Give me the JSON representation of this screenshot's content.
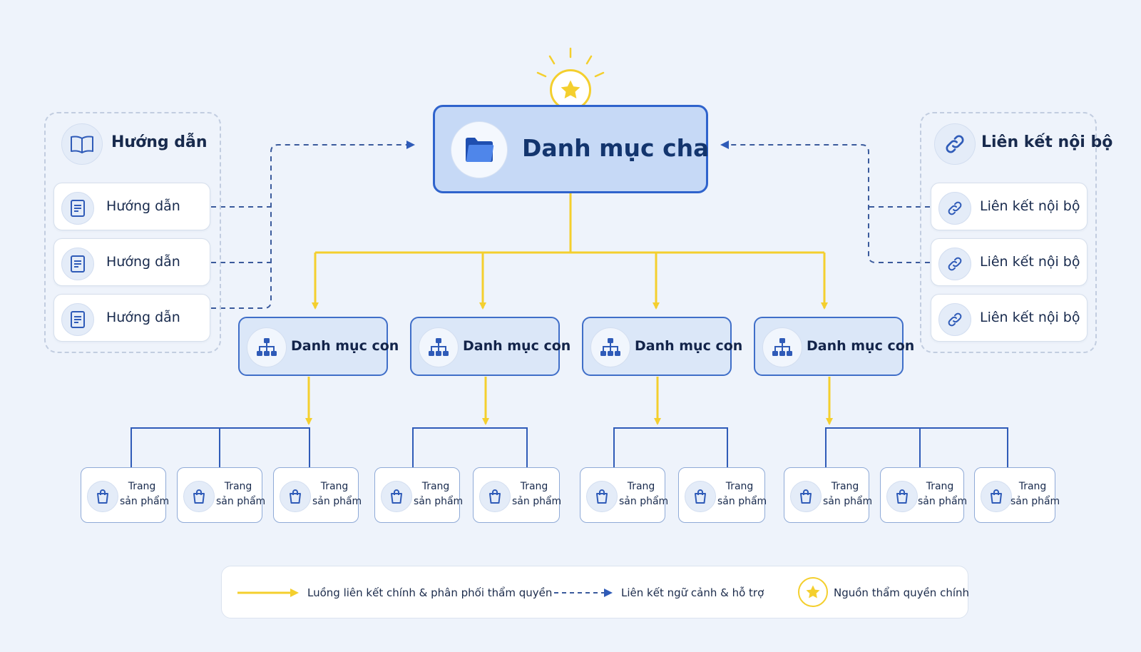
{
  "colors": {
    "primary_flow": "#f4cf2e",
    "support_flow": "#3a5a9c",
    "accent_blue": "#2f63cc",
    "star": "#f4cf2e"
  },
  "root": {
    "title": "Danh mục cha",
    "icon": "folder-icon",
    "badge_icon": "star-icon"
  },
  "left_panel": {
    "title": "Hướng dẫn",
    "icon": "open-book-icon",
    "items": [
      {
        "label": "Hướng dẫn",
        "icon": "document-icon"
      },
      {
        "label": "Hướng dẫn",
        "icon": "document-icon"
      },
      {
        "label": "Hướng dẫn",
        "icon": "document-icon"
      }
    ]
  },
  "right_panel": {
    "title": "Liên kết nội bộ",
    "icon": "link-icon",
    "items": [
      {
        "label": "Liên kết nội bộ",
        "icon": "link-icon"
      },
      {
        "label": "Liên kết nội bộ",
        "icon": "link-icon"
      },
      {
        "label": "Liên kết nội bộ",
        "icon": "link-icon"
      }
    ]
  },
  "children": [
    {
      "label": "Danh mục con",
      "icon": "hierarchy-icon",
      "products": [
        {
          "line1": "Trang",
          "line2": "sản phẩm"
        },
        {
          "line1": "Trang",
          "line2": "sản phẩm"
        },
        {
          "line1": "Trang",
          "line2": "sản phẩm"
        }
      ]
    },
    {
      "label": "Danh mục con",
      "icon": "hierarchy-icon",
      "products": [
        {
          "line1": "Trang",
          "line2": "sản phẩm"
        },
        {
          "line1": "Trang",
          "line2": "sản phẩm"
        }
      ]
    },
    {
      "label": "Danh mục con",
      "icon": "hierarchy-icon",
      "products": [
        {
          "line1": "Trang",
          "line2": "sản phẩm"
        },
        {
          "line1": "Trang",
          "line2": "sản phẩm"
        }
      ]
    },
    {
      "label": "Danh mục con",
      "icon": "hierarchy-icon",
      "products": [
        {
          "line1": "Trang",
          "line2": "sản phẩm"
        },
        {
          "line1": "Trang",
          "line2": "sản phẩm"
        },
        {
          "line1": "Trang",
          "line2": "sản phẩm"
        }
      ]
    }
  ],
  "product_icon": "shopping-bag-icon",
  "legend": {
    "primary": "Luồng liên kết chính & phân phối thẩm quyền",
    "support": "Liên kết ngữ cảnh & hỗ trợ",
    "source": "Nguồn thẩm quyền chính"
  }
}
